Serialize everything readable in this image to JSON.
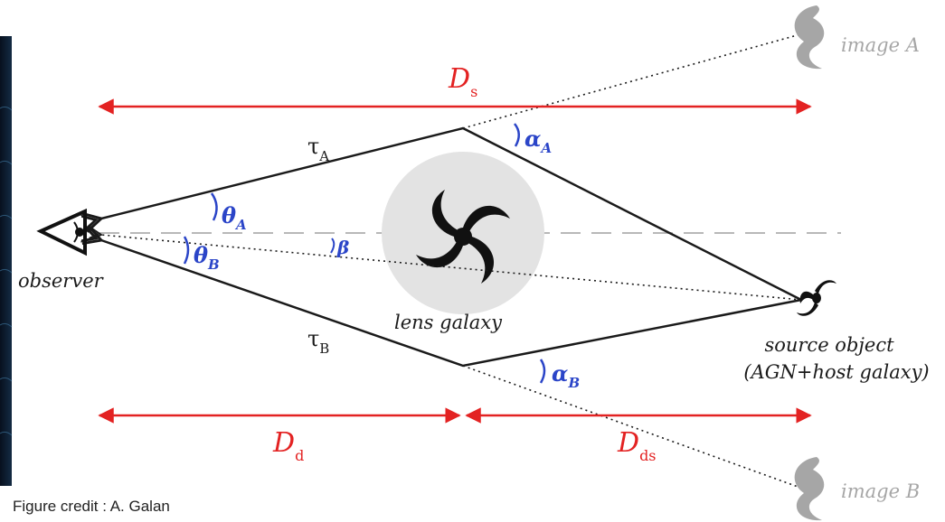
{
  "labels": {
    "observer": "observer",
    "lens_galaxy": "lens galaxy",
    "source_line1": "source object",
    "source_line2": "(AGN+host galaxy)",
    "image_a": "image A",
    "image_b": "image B",
    "theta_a": "θ",
    "theta_a_sub": "A",
    "theta_b": "θ",
    "theta_b_sub": "B",
    "alpha_a": "α",
    "alpha_a_sub": "A",
    "alpha_b": "α",
    "alpha_b_sub": "B",
    "beta": "β",
    "tau_a": "τ",
    "tau_a_sub": "A",
    "tau_b": "τ",
    "tau_b_sub": "B",
    "d_s": "D",
    "d_s_sub": "s",
    "d_d": "D",
    "d_d_sub": "d",
    "d_ds": "D",
    "d_ds_sub": "ds"
  },
  "credit": "Figure credit : A. Galan",
  "colors": {
    "distance": "#e32222",
    "angle": "#2b45c8",
    "ray": "#1a1a1a",
    "axis": "#b8b8b8",
    "lens_halo": "#e3e3e3",
    "ghost_image": "#a6a6a6",
    "galaxy": "#111111"
  }
}
